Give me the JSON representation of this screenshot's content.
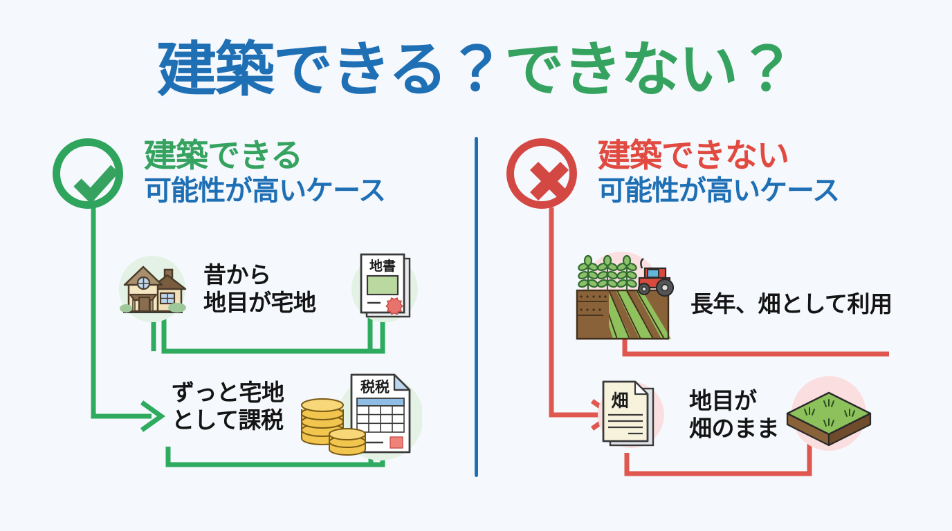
{
  "page": {
    "background_color": "#f5f8fc",
    "title_part_blue": "建築できる？",
    "title_part_green": "できない？"
  },
  "colors": {
    "blue": "#1f6fb5",
    "green": "#35a35f",
    "red": "#e04a40",
    "badge_green": "#2fa45c",
    "badge_red": "#d44844",
    "flow_green": "#2eab5f",
    "flow_red": "#e05750",
    "text_dark": "#141414",
    "halo_green": "#e3f2e4",
    "halo_pink": "#fbdfe0"
  },
  "left_panel": {
    "badge_icon": "check-circle-icon",
    "heading_line1": "建築できる",
    "heading_line2": "可能性が高いケース",
    "items": [
      {
        "label_line1": "昔から",
        "label_line2": "地目が宅地",
        "icon_left": "house-icon",
        "icon_right": "land-register-document-icon",
        "icon_right_text": "地書"
      },
      {
        "label_line1": "ずっと宅地",
        "label_line2": "として課税",
        "icon_left": "coins-icon",
        "icon_right": "tax-document-icon",
        "icon_right_text": "税税"
      }
    ]
  },
  "right_panel": {
    "badge_icon": "x-circle-icon",
    "heading_line1": "建築できない",
    "heading_line2": "可能性が高いケース",
    "items": [
      {
        "label_line1": "長年、畑として利用",
        "label_line2": "",
        "icon_left": "farm-field-tractor-icon",
        "icon_right": ""
      },
      {
        "label_line1": "地目が",
        "label_line2": "畑のまま",
        "icon_left": "field-document-icon",
        "icon_left_text": "畑",
        "icon_right": "land-plot-icon"
      }
    ]
  }
}
